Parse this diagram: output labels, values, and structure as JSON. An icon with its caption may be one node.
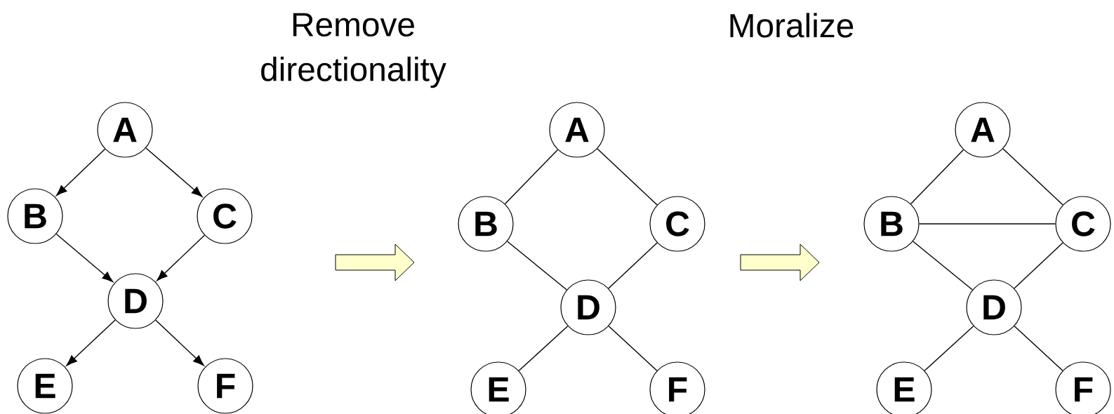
{
  "diagram": {
    "nodes": [
      {
        "text": [
          "A"
        ]
      },
      {
        "text": [
          "B"
        ]
      },
      {
        "text": [
          "C"
        ]
      },
      {
        "text": [
          "D"
        ]
      },
      {
        "text": [
          "E"
        ]
      },
      {
        "text": [
          "F"
        ]
      },
      {
        "text": [
          "A"
        ]
      },
      {
        "text": [
          "B"
        ]
      },
      {
        "text": [
          "C"
        ]
      },
      {
        "text": [
          "D"
        ]
      },
      {
        "text": [
          "E"
        ]
      },
      {
        "text": [
          "F"
        ]
      },
      {
        "text": [
          "A"
        ]
      },
      {
        "text": [
          "B"
        ]
      },
      {
        "text": [
          "C"
        ]
      },
      {
        "text": [
          "D"
        ]
      },
      {
        "text": [
          "E"
        ]
      },
      {
        "text": [
          "F"
        ]
      }
    ],
    "edges": [
      {
        "from": 0,
        "to": 1,
        "arrow": "to"
      },
      {
        "from": 0,
        "to": 2,
        "arrow": "to"
      },
      {
        "from": 1,
        "to": 3,
        "arrow": "to"
      },
      {
        "from": 2,
        "to": 3,
        "arrow": "to"
      },
      {
        "from": 3,
        "to": 4,
        "arrow": "to"
      },
      {
        "from": 3,
        "to": 5,
        "arrow": "to"
      },
      {
        "from": 6,
        "to": 7,
        "arrow": "none"
      },
      {
        "from": 6,
        "to": 8,
        "arrow": "none"
      },
      {
        "from": 7,
        "to": 9,
        "arrow": "none"
      },
      {
        "from": 8,
        "to": 9,
        "arrow": "none"
      },
      {
        "from": 9,
        "to": 10,
        "arrow": "none"
      },
      {
        "from": 9,
        "to": 11,
        "arrow": "none"
      },
      {
        "from": 12,
        "to": 13,
        "arrow": "none"
      },
      {
        "from": 12,
        "to": 14,
        "arrow": "none"
      },
      {
        "from": 13,
        "to": 14,
        "arrow": "none"
      },
      {
        "from": 13,
        "to": 15,
        "arrow": "none"
      },
      {
        "from": 14,
        "to": 15,
        "arrow": "none"
      },
      {
        "from": 15,
        "to": 16,
        "arrow": "none"
      },
      {
        "from": 15,
        "to": 17,
        "arrow": "none"
      }
    ],
    "labels": [
      "Remove directionality",
      "Moralize"
    ]
  }
}
